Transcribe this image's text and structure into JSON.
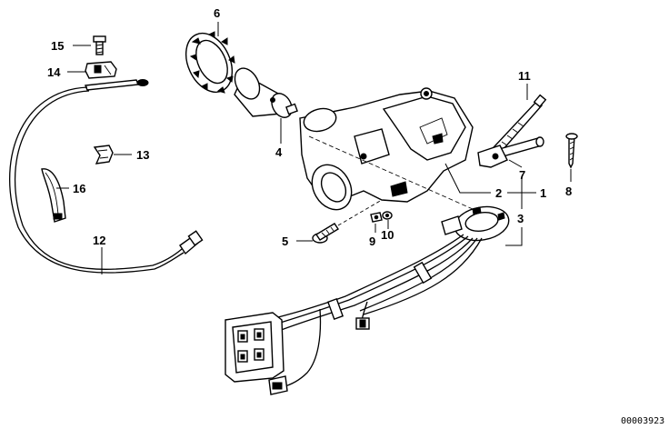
{
  "diagram": {
    "callouts": [
      {
        "id": "c1",
        "label": "1"
      },
      {
        "id": "c2",
        "label": "2"
      },
      {
        "id": "c3",
        "label": "3"
      },
      {
        "id": "c4",
        "label": "4"
      },
      {
        "id": "c5",
        "label": "5"
      },
      {
        "id": "c6",
        "label": "6"
      },
      {
        "id": "c7",
        "label": "7"
      },
      {
        "id": "c8",
        "label": "8"
      },
      {
        "id": "c9",
        "label": "9"
      },
      {
        "id": "c10",
        "label": "10"
      },
      {
        "id": "c11",
        "label": "11"
      },
      {
        "id": "c12",
        "label": "12"
      },
      {
        "id": "c13",
        "label": "13"
      },
      {
        "id": "c14",
        "label": "14"
      },
      {
        "id": "c15",
        "label": "15"
      },
      {
        "id": "c16",
        "label": "16"
      }
    ],
    "reference_number": "00003923"
  }
}
